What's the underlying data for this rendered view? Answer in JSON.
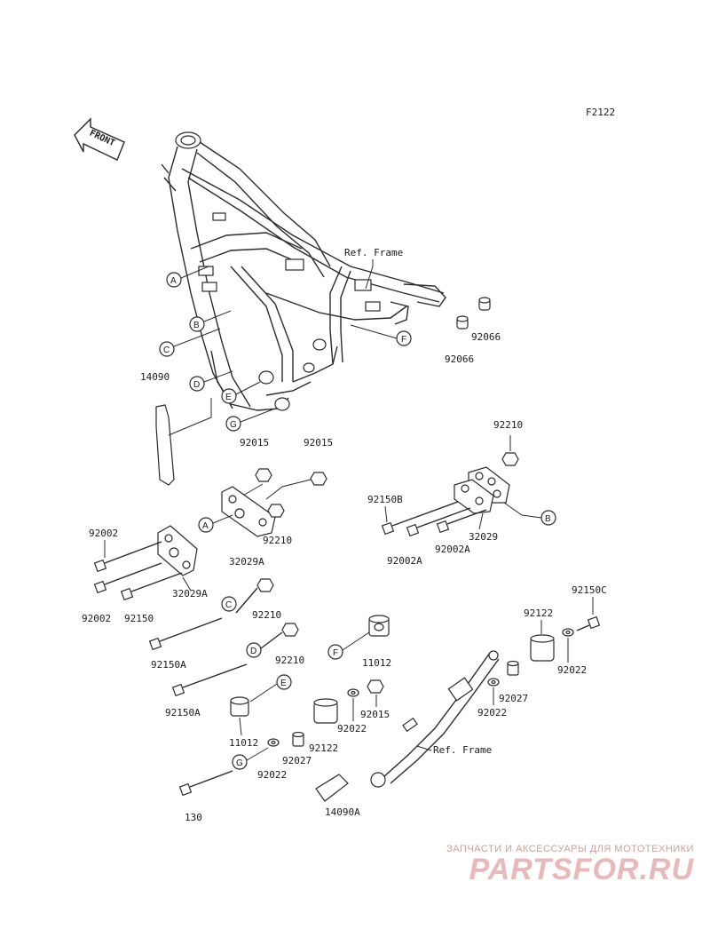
{
  "diagram_id": "F2122",
  "front_label": "FRONT",
  "ref_frame_label": "Ref. Frame",
  "ref_frame_label_2": "Ref. Frame",
  "callouts": {
    "A": "A",
    "B": "B",
    "C": "C",
    "D": "D",
    "E": "E",
    "F": "F",
    "G": "G"
  },
  "parts": {
    "p14090": "14090",
    "p14090a": "14090A",
    "p92066a": "92066",
    "p92066b": "92066",
    "p92015a": "92015",
    "p92015b": "92015",
    "p92015c": "92015",
    "p92210a": "92210",
    "p92210b": "92210",
    "p92210c": "92210",
    "p92210d": "92210",
    "p92150b": "92150B",
    "p92150": "92150",
    "p92150a": "92150A",
    "p92150a2": "92150A",
    "p92150c": "92150C",
    "p32029a1": "32029A",
    "p32029a2": "32029A",
    "p32029": "32029",
    "p92002a": "92002",
    "p92002b": "92002",
    "p92002A1": "92002A",
    "p92002A2": "92002A",
    "p11012a": "11012",
    "p11012b": "11012",
    "p92122a": "92122",
    "p92122b": "92122",
    "p92022a": "92022",
    "p92022b": "92022",
    "p92022c": "92022",
    "p92022d": "92022",
    "p92027a": "92027",
    "p92027b": "92027",
    "p130": "130"
  },
  "watermark": {
    "tagline": "ЗАПЧАСТИ И АКСЕССУАРЫ ДЛЯ МОТОТЕХНИКИ",
    "logo": "PARTSFOR.RU"
  }
}
